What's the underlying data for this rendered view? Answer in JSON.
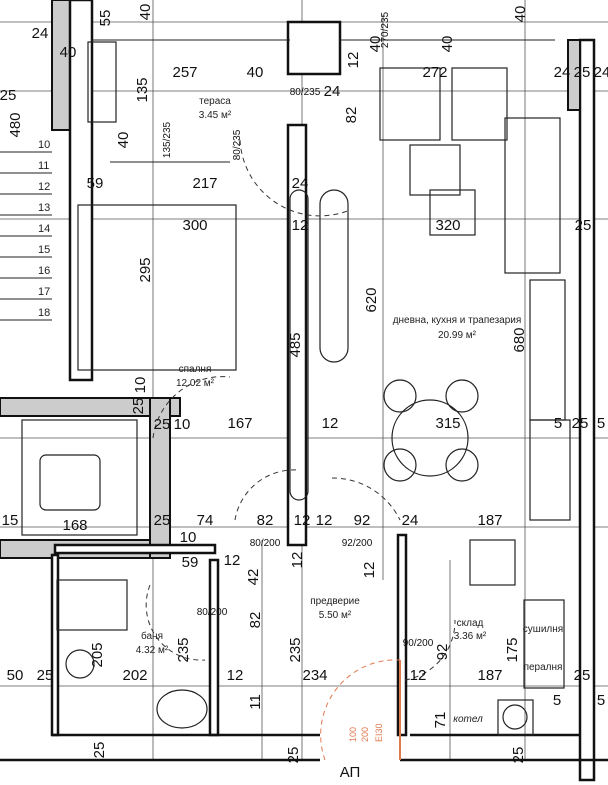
{
  "rooms": {
    "terrace": {
      "name": "тераса",
      "area": "3.45 м²"
    },
    "bedroom": {
      "name": "спалня",
      "area": "12.02 м²"
    },
    "living": {
      "name": "дневна, кухня и трапезария",
      "area": "20.99 м²"
    },
    "bathroom": {
      "name": "баня",
      "area": "4.32 м²"
    },
    "hallway": {
      "name": "предверие",
      "area": "5.50 м²"
    },
    "storage": {
      "name": "склад",
      "area": "3.36 м²"
    },
    "dryer": {
      "name": "сушилня"
    },
    "washer": {
      "name": "пералня"
    },
    "boiler": {
      "name": "котел"
    },
    "apartment": {
      "name": "АП"
    }
  },
  "entrance_door": {
    "width": "100",
    "height": "200",
    "rating": "EI30"
  },
  "stair_steps": [
    "10",
    "11",
    "12",
    "13",
    "14",
    "15",
    "16",
    "17",
    "18"
  ],
  "dimensions": [
    "55",
    "40",
    "270/235",
    "40",
    "24",
    "40",
    "257",
    "40",
    "80/235",
    "24",
    "12",
    "272",
    "24",
    "25",
    "24",
    "25",
    "135",
    "40",
    "40",
    "82",
    "135/235",
    "40",
    "80/235",
    "59",
    "217",
    "24",
    "300",
    "12",
    "320",
    "25",
    "295",
    "620",
    "680",
    "485",
    "10",
    "25",
    "25",
    "10",
    "167",
    "12",
    "315",
    "5",
    "25",
    "5",
    "15",
    "168",
    "25",
    "74",
    "82",
    "12",
    "12",
    "92",
    "24",
    "187",
    "10",
    "59",
    "12",
    "42",
    "12",
    "12",
    "80/200",
    "92/200",
    "82",
    "235",
    "235",
    "205",
    "92",
    "175",
    "80/200",
    "90/200",
    "50",
    "25",
    "202",
    "12",
    "234",
    "12",
    "187",
    "25",
    "11",
    "71",
    "5",
    "5",
    "25",
    "25",
    "25",
    "480"
  ],
  "colors": {
    "line": "#111111",
    "door_accent": "#e07a50",
    "hatch": "#cccccc"
  }
}
